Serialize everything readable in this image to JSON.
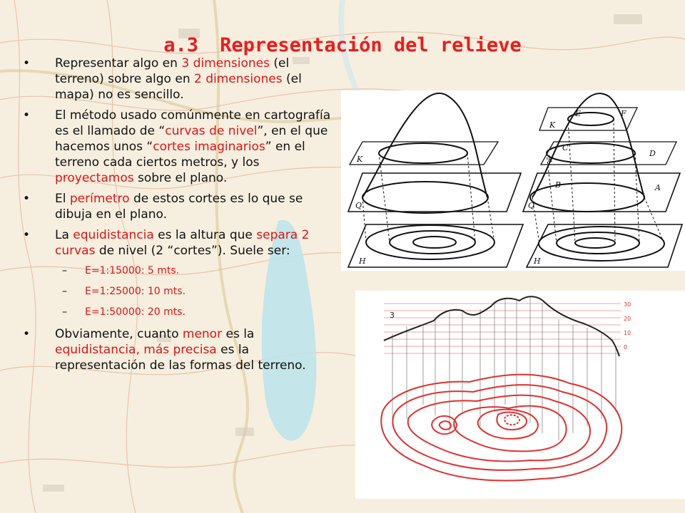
{
  "title": {
    "num": "a.3",
    "text": "Representación del relieve"
  },
  "bullets": [
    {
      "parts": [
        "Representar algo en ",
        "3",
        " ",
        "dimensiones",
        " (el terreno) sobre algo en ",
        "2 dimensiones",
        " (el mapa) no es sencillo."
      ]
    },
    {
      "parts": [
        "El método usado comúnmente en cartografía es el llamado de “",
        "curvas de nivel",
        "”, en el que hacemos unos “",
        "cortes imaginarios",
        "” en el terreno cada ciertos metros, y los ",
        "proyectamos",
        " sobre el plano."
      ]
    },
    {
      "parts": [
        "El ",
        "perímetro",
        " de estos cortes es lo que se dibuja en el plano."
      ]
    },
    {
      "parts": [
        "La ",
        "equidistancia",
        " es la altura que ",
        "separa 2 curvas",
        " de nivel (2 “cortes”). Suele ser:"
      ]
    },
    {
      "parts": [
        "Obviamente, cuanto ",
        "menor",
        " es la ",
        "equidistancia, más precisa",
        " es la representación de las formas del terreno."
      ]
    }
  ],
  "sub_items": [
    "E=1:15000: 5 mts.",
    "E=1:25000: 10 mts.",
    "E=1:50000: 20 mts."
  ],
  "figure_top": {
    "left_labels": [
      "K",
      "Q",
      "H"
    ],
    "right_labels": [
      "K",
      "E",
      "F",
      "k",
      "C",
      "D",
      "Q",
      "B",
      "A",
      "H"
    ]
  },
  "figure_bottom": {
    "label": "3",
    "scale_labels": [
      "30",
      "20",
      "10",
      "0"
    ]
  },
  "colors": {
    "accent": "#e01414",
    "title": "#f01a1a",
    "contour": "#e03030"
  }
}
